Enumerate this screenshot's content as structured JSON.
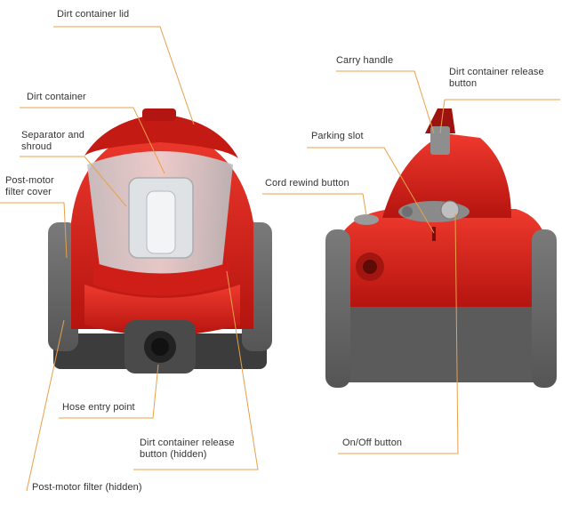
{
  "labels": {
    "lid": "Dirt container lid",
    "container": "Dirt container",
    "separator": "Separator and shroud",
    "filter_cover": "Post-motor filter cover",
    "hose": "Hose entry point",
    "release_hidden": "Dirt container release button (hidden)",
    "filter_hidden": "Post-motor filter (hidden)",
    "carry": "Carry handle",
    "release_button": "Dirt container release button",
    "parking": "Parking slot",
    "cord": "Cord rewind button",
    "onoff": "On/Off button"
  },
  "colors": {
    "leader": "#e8a04a",
    "body_red": "#d81e1e",
    "body_dark_red": "#a01010",
    "grey": "#6b6b6b",
    "dark_grey": "#3f3f3f",
    "clear": "#cfd3d6"
  }
}
